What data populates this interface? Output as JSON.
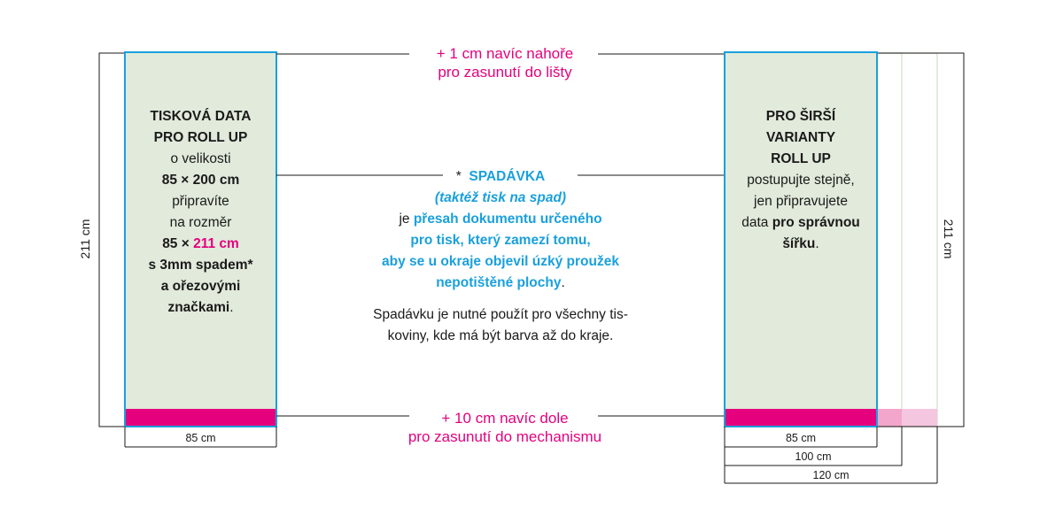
{
  "colors": {
    "panel_fill": "#e1eadb",
    "panel_border": "#1aa0dc",
    "accent": "#e5007e",
    "highlight": "#1aa0dc",
    "line": "#1a1a1a"
  },
  "top_note": {
    "line1": "+ 1 cm navíc nahoře",
    "line2": "pro zasunutí do lišty"
  },
  "bottom_note": {
    "line1": "+ 10 cm navíc dole",
    "line2": "pro zasunutí do mechanismu"
  },
  "left_panel": {
    "line1": "TISKOVÁ DATA",
    "line2": "PRO ROLL UP",
    "line3": "o velikosti",
    "line4": "85 × 200 cm",
    "line5": "připravíte",
    "line6": "na rozměr",
    "line7a": "85 × ",
    "line7b": "211 cm",
    "line8": "s 3mm spadem*",
    "line9": "a ořezovými",
    "line10a": "značkami",
    "line10b": "."
  },
  "right_panel": {
    "line1": "PRO ŠIRŠÍ",
    "line2": "VARIANTY",
    "line3": "ROLL UP",
    "line4": "postupujte stejně,",
    "line5": "jen připravujete",
    "line6a": "data ",
    "line6b": "pro správnou",
    "line7a": "šířku",
    "line7b": "."
  },
  "center": {
    "star": "*",
    "title": "SPADÁVKA",
    "subtitle": "(taktéž tisk na spad)",
    "p1a": "je ",
    "p1b": "přesah dokumentu určeného",
    "p2": "pro tisk, který zamezí tomu,",
    "p3": "aby se u okraje objevil úzký proužek",
    "p4a": "nepotištěné plochy",
    "p4b": ".",
    "p5": "Spadávku je nutné použít pro všechny tis-",
    "p6": "koviny, kde má být barva až do kraje."
  },
  "dimensions": {
    "height_left": "211 cm",
    "height_right": "211 cm",
    "width_left": "85 cm",
    "width_85": "85 cm",
    "width_100": "100 cm",
    "width_120": "120 cm"
  }
}
